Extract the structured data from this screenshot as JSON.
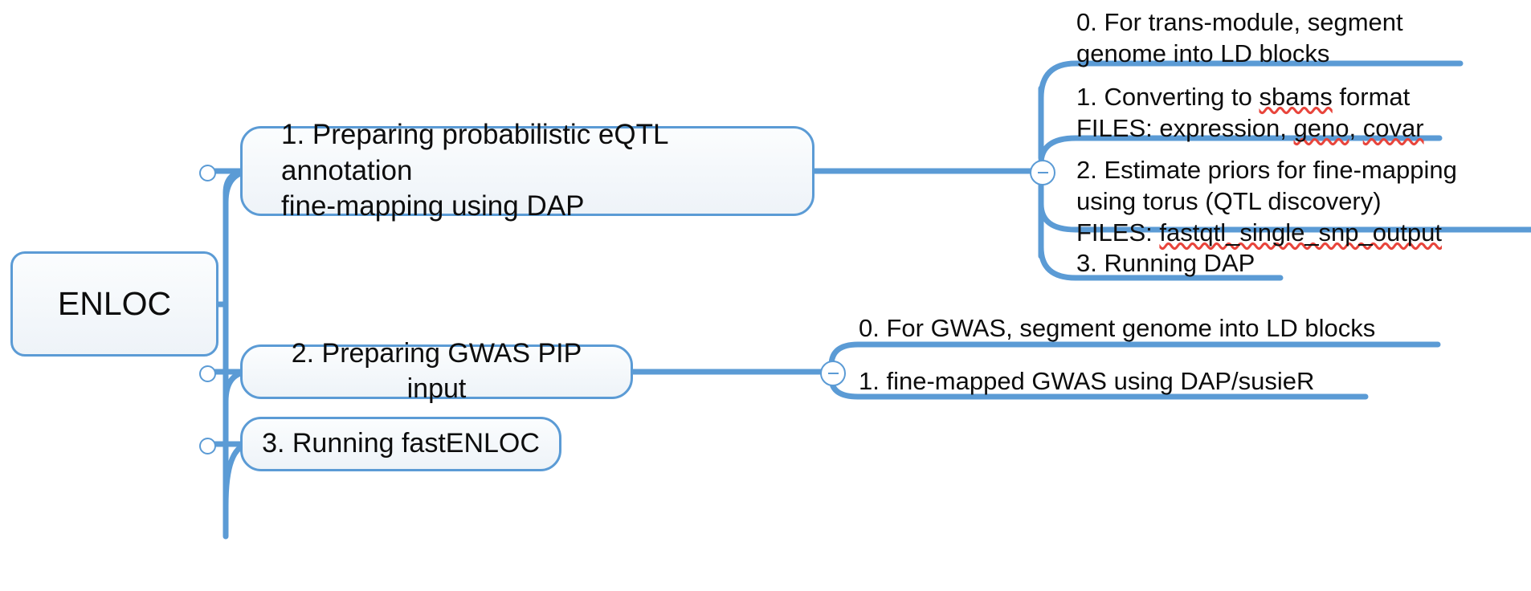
{
  "theme": {
    "line_color": "#5b9bd5",
    "node_fill": "#eef3f8",
    "text_color": "#0d0d0d",
    "spellcheck_color": "#e8453c",
    "background": "#ffffff"
  },
  "root": {
    "label": "ENLOC"
  },
  "branches": [
    {
      "id": "branch-1",
      "label": "1. Preparing probabilistic eQTL annotation\nfine-mapping using DAP",
      "collapse_icon": "minus-circle-icon",
      "children": [
        {
          "id": "leaf-1-0",
          "line1": "0. For trans-module, segment",
          "line2": "genome into LD blocks",
          "misspelled": []
        },
        {
          "id": "leaf-1-1",
          "line1_pre": "1. Converting to ",
          "line1_mis": "sbams",
          "line1_post": " format",
          "line2_pre": "FILES: expression, ",
          "line2_mis1": "geno",
          "line2_mid": ", ",
          "line2_mis2": "covar"
        },
        {
          "id": "leaf-1-2",
          "line1": "2. Estimate priors for fine-mapping",
          "line2": "using torus (QTL discovery)",
          "line3_pre": "FILES: ",
          "line3_mis": "fastqtl_single_snp_output"
        },
        {
          "id": "leaf-1-3",
          "line1": "3. Running DAP"
        }
      ]
    },
    {
      "id": "branch-2",
      "label": "2. Preparing GWAS PIP input",
      "collapse_icon": "minus-circle-icon",
      "children": [
        {
          "id": "leaf-2-0",
          "line1": "0. For GWAS, segment genome into LD blocks"
        },
        {
          "id": "leaf-2-1",
          "line1": "1. fine-mapped GWAS using DAP/susieR"
        }
      ]
    },
    {
      "id": "branch-3",
      "label": "3. Running fastENLOC",
      "children": []
    }
  ]
}
